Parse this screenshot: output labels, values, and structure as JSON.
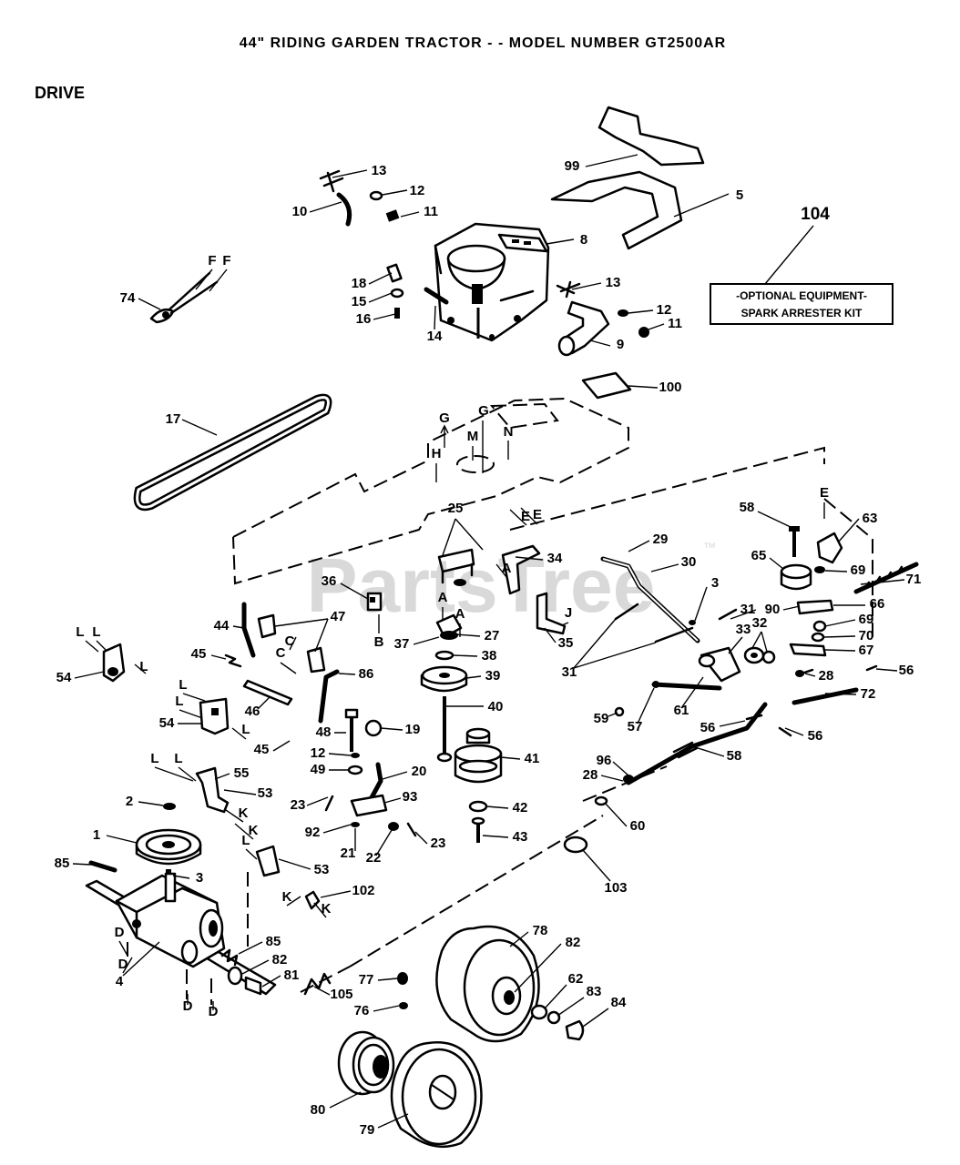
{
  "title": "44\" RIDING GARDEN TRACTOR - - MODEL NUMBER GT2500AR",
  "section": "DRIVE",
  "optional_equipment": {
    "heading": "-OPTIONAL EQUIPMENT-",
    "name": "SPARK ARRESTER KIT"
  },
  "watermark": {
    "text": "PartsTree",
    "mark": "™"
  },
  "callouts": [
    "99",
    "5",
    "104",
    "13",
    "12",
    "10",
    "11",
    "8",
    "F",
    "F",
    "74",
    "18",
    "15",
    "16",
    "14",
    "13",
    "12",
    "11",
    "9",
    "100",
    "17",
    "G",
    "G",
    "M",
    "N",
    "H",
    "E",
    "E",
    "E",
    "25",
    "58",
    "63",
    "29",
    "30",
    "34",
    "A",
    "65",
    "69",
    "71",
    "36",
    "3",
    "A",
    "A",
    "J",
    "31",
    "90",
    "66",
    "33",
    "32",
    "44",
    "47",
    "C",
    "C",
    "L",
    "L",
    "L",
    "54",
    "27",
    "37",
    "B",
    "35",
    "38",
    "69",
    "70",
    "67",
    "45",
    "31",
    "39",
    "28",
    "56",
    "86",
    "L",
    "L",
    "54",
    "L",
    "46",
    "72",
    "59",
    "57",
    "61",
    "56",
    "40",
    "48",
    "19",
    "45",
    "56",
    "58",
    "41",
    "L",
    "L",
    "55",
    "12",
    "49",
    "20",
    "96",
    "28",
    "53",
    "K",
    "K",
    "2",
    "23",
    "93",
    "42",
    "60",
    "92",
    "1",
    "21",
    "22",
    "23",
    "43",
    "L",
    "53",
    "85",
    "3",
    "102",
    "K",
    "K",
    "103",
    "D",
    "D",
    "4",
    "85",
    "82",
    "81",
    "78",
    "82",
    "77",
    "105",
    "62",
    "76",
    "83",
    "84",
    "D",
    "D",
    "80",
    "79"
  ]
}
